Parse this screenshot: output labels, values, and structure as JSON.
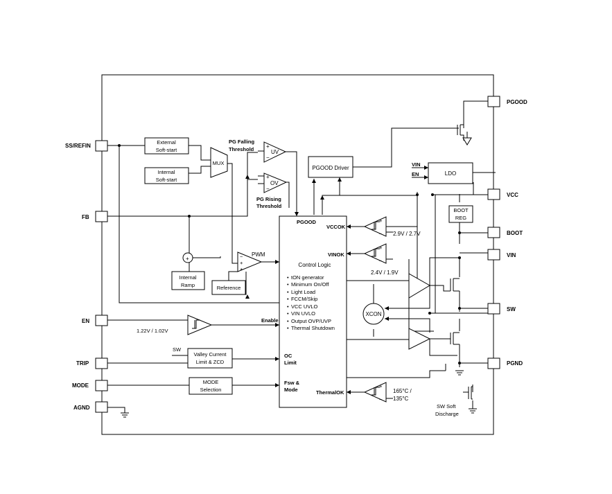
{
  "pins": {
    "pgood": "PGOOD",
    "ss_refin": "SS/REFIN",
    "fb": "FB",
    "vcc": "VCC",
    "boot": "BOOT",
    "vin": "VIN",
    "en": "EN",
    "sw": "SW",
    "trip": "TRIP",
    "pgnd": "PGND",
    "mode": "MODE",
    "agnd": "AGND"
  },
  "blocks": {
    "ext_ss": [
      "External",
      "Soft-start"
    ],
    "int_ss": [
      "Internal",
      "Soft-start"
    ],
    "mux": "MUX",
    "pgood_driver": "PGOOD Driver",
    "ldo": "LDO",
    "boot_reg": [
      "BOOT",
      "REG"
    ],
    "internal_ramp": [
      "Internal",
      "Ramp"
    ],
    "reference": "Reference",
    "valley": [
      "Valley Current",
      "Limit & ZCD"
    ],
    "mode_sel": [
      "MODE",
      "Selection"
    ],
    "xcon": "XCON"
  },
  "labels": {
    "pg_falling": [
      "PG Falling",
      "Threshold"
    ],
    "pg_rising": [
      "PG Rising",
      "Threshold"
    ],
    "uv": "UV",
    "ov": "OV",
    "pwm": "PWM",
    "ldo_vin": "VIN",
    "ldo_en": "EN",
    "vccok_th": "2.9V / 2.7V",
    "vinok_th": "2.4V / 1.9V",
    "en_th": "1.22V / 1.02V",
    "thermal_th": [
      "165°C /",
      "135°C"
    ],
    "sw_in": "SW",
    "sw_soft": [
      "SW Soft",
      "Discharge"
    ],
    "plus": "+",
    "minus": "−"
  },
  "control": {
    "pgood": "PGOOD",
    "vccok": "VCCOK",
    "vinok": "VINOK",
    "title": "Control Logic",
    "features": [
      "tON generator",
      "Minimum On/Off",
      "Light Load",
      "FCCM/Skip",
      "VCC UVLO",
      "VIN UVLO",
      "Output OVP/UVP",
      "Thermal Shutdown"
    ],
    "enable": "Enable",
    "oc": [
      "OC",
      "Limit"
    ],
    "fsw": [
      "Fsw &",
      "Mode"
    ],
    "thermalok": "ThermalOK"
  }
}
